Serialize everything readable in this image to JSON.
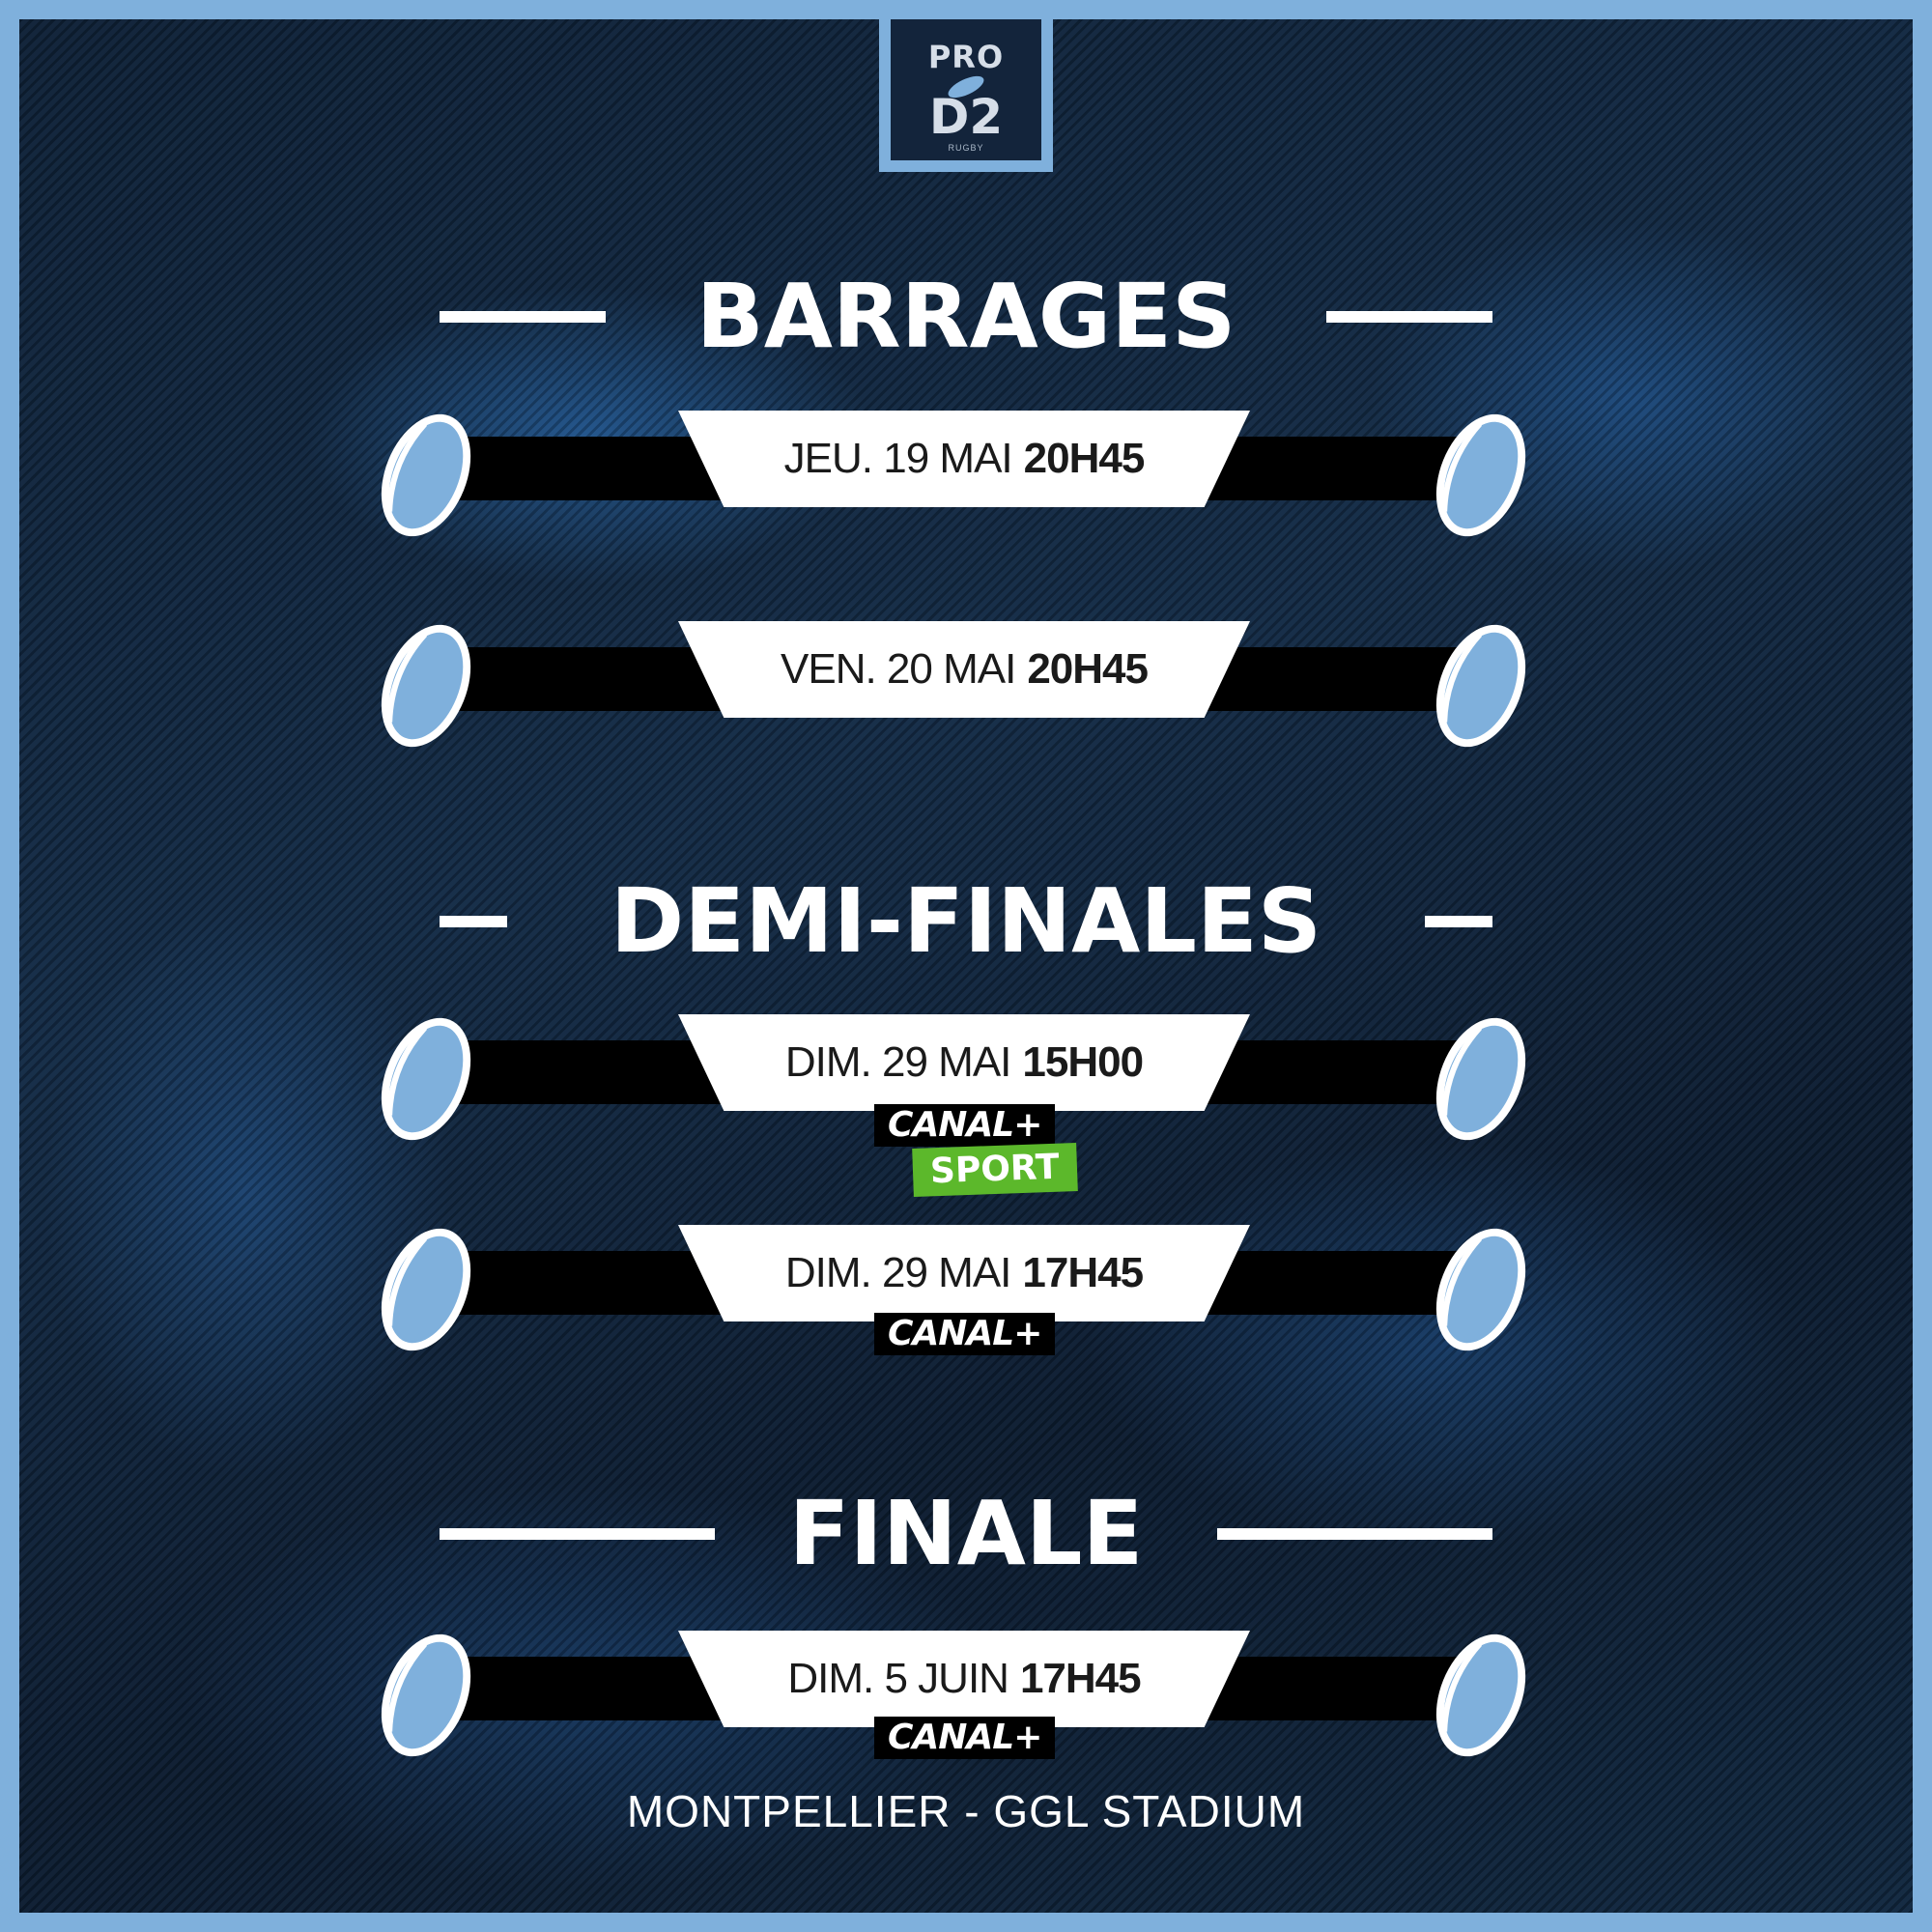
{
  "logo": {
    "pro": "PRO",
    "d2": "D2",
    "rugby": "RUGBY"
  },
  "sections": {
    "barrages": "BARRAGES",
    "demi_finales": "DEMI-FINALES",
    "finale": "FINALE"
  },
  "matches": [
    {
      "date": "JEU. 19 MAI",
      "time": "20H45"
    },
    {
      "date": "VEN. 20 MAI",
      "time": "20H45"
    },
    {
      "date": "DIM. 29 MAI",
      "time": "15H00"
    },
    {
      "date": "DIM. 29 MAI",
      "time": "17H45"
    },
    {
      "date": "DIM. 5 JUIN",
      "time": "17H45"
    }
  ],
  "broadcasters": {
    "canal_plus": "CANAL+",
    "sport": "SPORT"
  },
  "venue": "MONTPELLIER - GGL STADIUM",
  "colors": {
    "frame": "#7fb0dc",
    "background": "#13243b",
    "ball": "#7fb0dc",
    "sport_green": "#5cb82b"
  }
}
